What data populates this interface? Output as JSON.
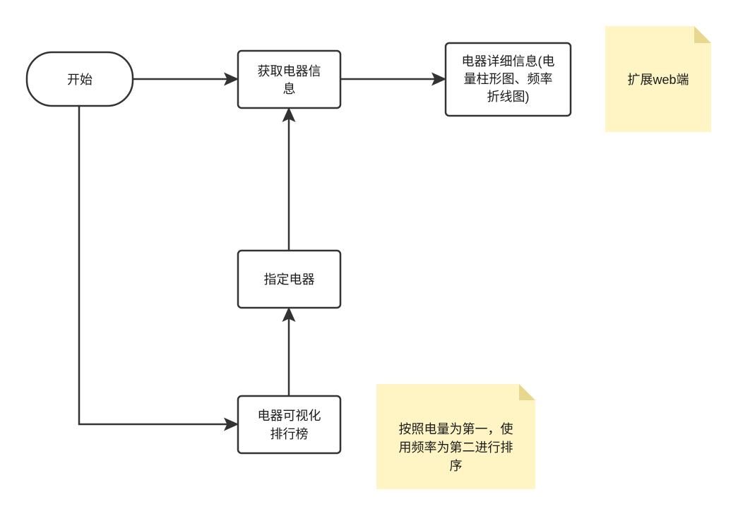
{
  "diagram": {
    "nodes": {
      "start": {
        "lines": [
          "开始"
        ]
      },
      "get_info": {
        "lines": [
          "获取电器信",
          "息"
        ]
      },
      "detail": {
        "lines": [
          "电器详细信息(电",
          "量柱形图、频率",
          "折线图)"
        ]
      },
      "select": {
        "lines": [
          "指定电器"
        ]
      },
      "ranking": {
        "lines": [
          "电器可视化",
          "排行榜"
        ]
      }
    },
    "notes": {
      "web": {
        "lines": [
          "扩展web端"
        ]
      },
      "sort": {
        "lines": [
          "按照电量为第一，使",
          "用频率为第二进行排",
          "序"
        ]
      }
    },
    "colors": {
      "stroke": "#333333",
      "note_fill": "#fff4c3",
      "note_fold": "#e8d88e",
      "text": "#1a1a1a"
    }
  }
}
